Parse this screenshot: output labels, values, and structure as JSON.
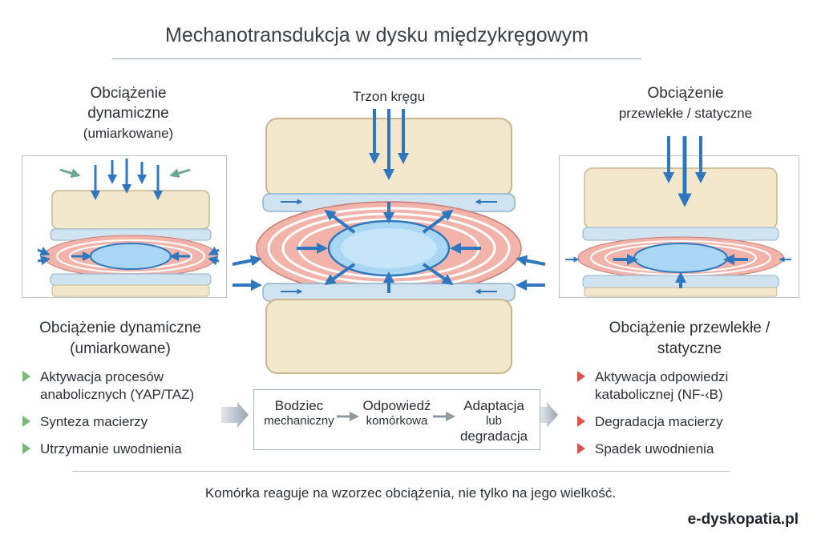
{
  "title": "Mechanotransdukcja w dysku międzykręgowym",
  "left": {
    "caption": [
      "Obciążenie",
      "dynamiczne",
      "(umiarkowane)"
    ],
    "subtitle": [
      "Obciążenie dynamiczne",
      "(umiarkowane)"
    ],
    "bullets": [
      [
        "Aktywacja procesów",
        "anabolicznych (YAP/TAZ)"
      ],
      [
        "Synteza macierzy"
      ],
      [
        "Utrzymanie uwodnienia"
      ]
    ]
  },
  "center": {
    "caption": "Trzon kręgu"
  },
  "right": {
    "caption": [
      "Obciążenie",
      "przewlekłe / statyczne"
    ],
    "subtitle": [
      "Obciążenie przewlekłe /",
      "statyczne"
    ],
    "bullets": [
      [
        "Aktywacja odpowiedzi",
        "katabolicznej (NF-‹B)"
      ],
      [
        "Degradacja macierzy"
      ],
      [
        "Spadek uwodnienia"
      ]
    ]
  },
  "flow": {
    "steps": [
      [
        "Bodziec",
        "mechaniczny"
      ],
      [
        "Odpowiedź",
        "komórkowa"
      ],
      [
        "Adaptacja",
        "lub",
        "degradacja"
      ]
    ]
  },
  "footer": "Komórka reaguje na wzorzec obciążenia, nie tylko na jego wielkość.",
  "brand": "e-dyskopatia.pl",
  "colors": {
    "bone": "#f3e7cc",
    "bone_edge": "#c9b58d",
    "annulus": "#f2b3aa",
    "annulus_line": "#ffffff",
    "nucleus": "#a9d6f2",
    "cartilage": "#cfe3f1",
    "arrow": "#2f78bf",
    "green_marker": "#7cb87a",
    "red_marker": "#d9534f"
  },
  "icons": [
    "arrow-icon",
    "triangle-bullet-icon",
    "double-chevron-icon"
  ]
}
